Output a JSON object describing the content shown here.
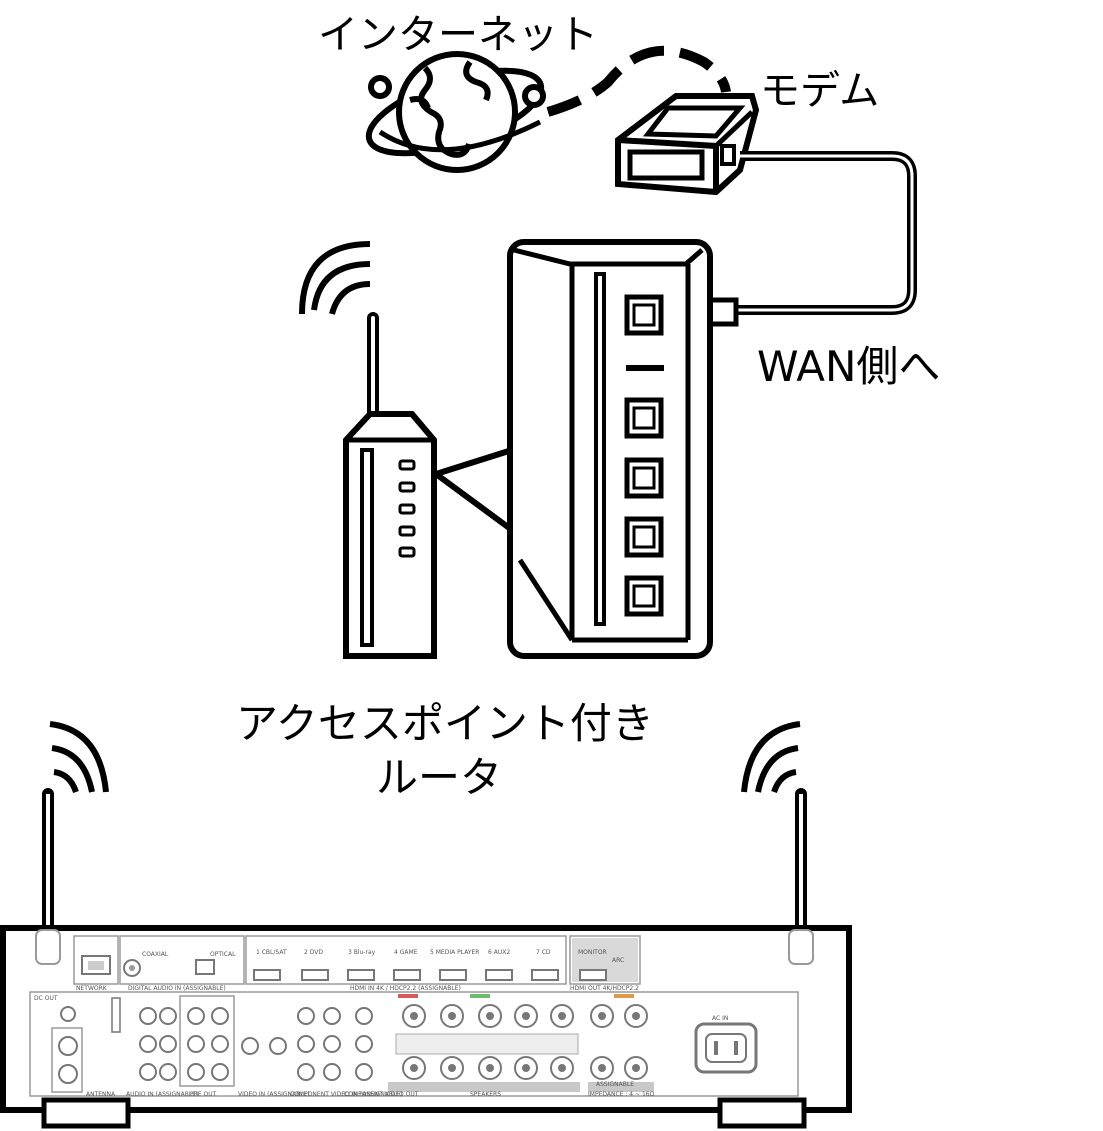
{
  "labels": {
    "internet": "インターネット",
    "modem": "モデム",
    "wan_side": "WAN側へ",
    "router_line1": "アクセスポイント付き",
    "router_line2": "ルータ"
  },
  "receiver_panel_text": {
    "network": "NETWORK",
    "digital_audio_in": "DIGITAL AUDIO IN (ASSIGNABLE)",
    "coaxial": "COAXIAL",
    "optical": "OPTICAL",
    "hdmi_inputs": [
      "1 CBL/SAT",
      "2 DVD",
      "3 Blu-ray",
      "4 GAME",
      "5 MEDIA PLAYER",
      "6 AUX2",
      "7 CD"
    ],
    "hdmi_in": "HDMI IN  4K / HDCP2.2 (ASSIGNABLE)",
    "monitor": "MONITOR",
    "arc": "ARC",
    "hdmi_out": "HDMI OUT 4K/HDCP2.2",
    "dc_out": "DC OUT",
    "antenna": "ANTENNA",
    "audio_in": "AUDIO IN (ASSIGNABLE)",
    "pre_out": "PRE OUT",
    "video_in": "VIDEO IN (ASSIGNABLE)",
    "component_video_in": "COMPONENT VIDEO IN (ASSIGNABLE)",
    "component_video_out": "COMPONENT VIDEO OUT",
    "speakers": "SPEAKERS",
    "assignable": "ASSIGNABLE",
    "impedance": "IMPEDANCE : 4 ~ 16Ω",
    "ac_in": "AC IN"
  },
  "colors": {
    "line": "#000000",
    "receiver_line": "#9a9a9a",
    "receiver_fill": "#e6e6e6",
    "speaker_red": "#d85a5a",
    "speaker_green": "#6dbb6d",
    "speaker_orange": "#e09a4a"
  },
  "icons": [
    "globe-icon",
    "modem-icon",
    "router-icon",
    "wifi-signal-icon",
    "ethernet-port-icon",
    "av-receiver-icon"
  ]
}
